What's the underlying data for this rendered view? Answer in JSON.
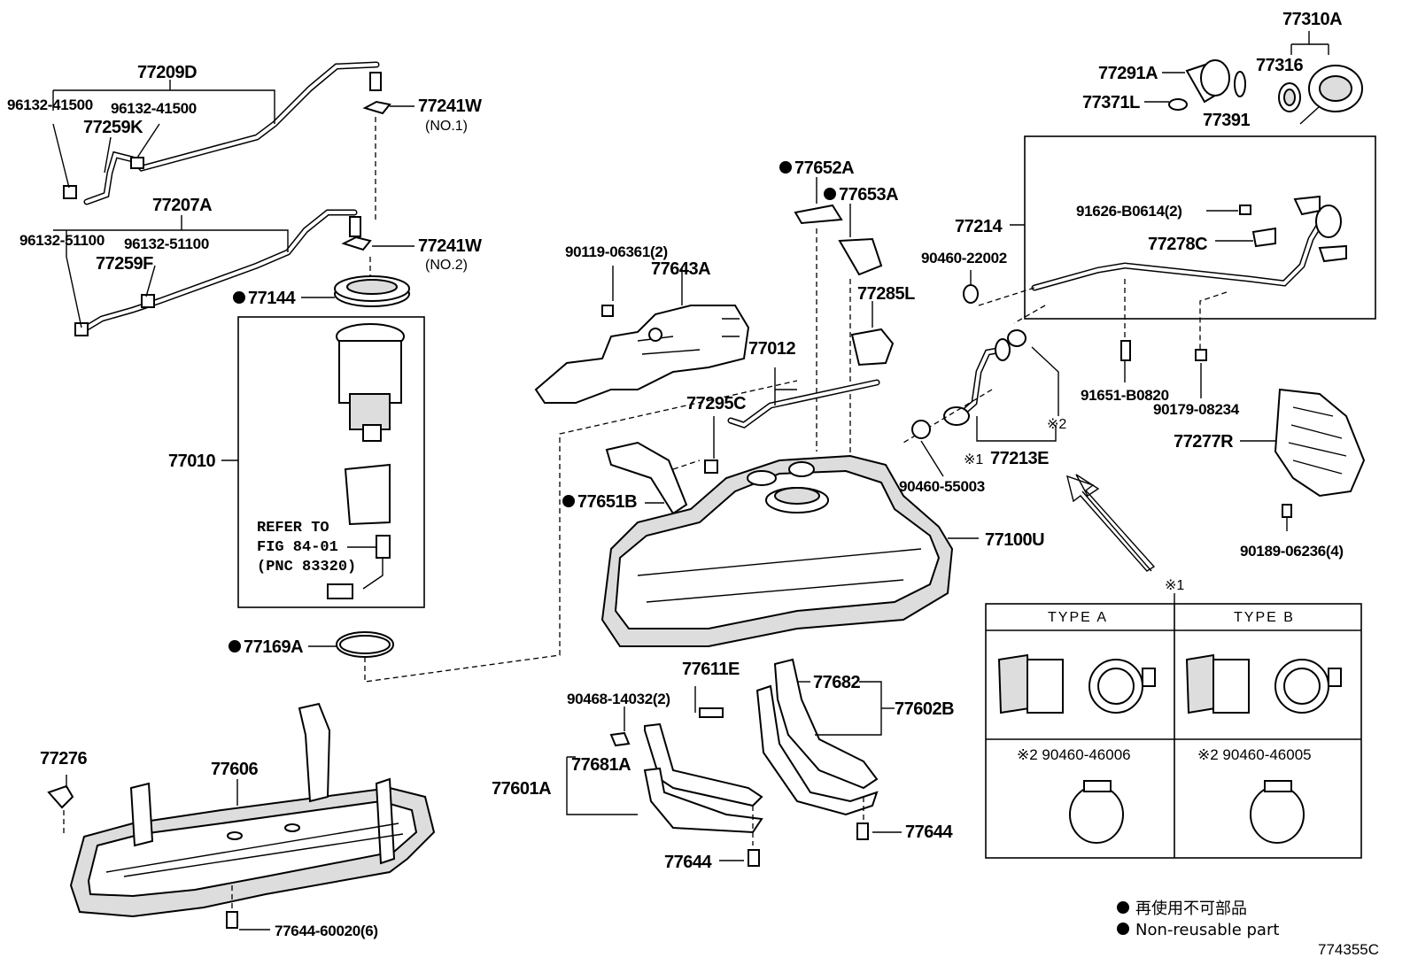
{
  "labels": {
    "p77310A": "77310A",
    "p77291A": "77291A",
    "p77316": "77316",
    "p77371L": "77371L",
    "p77391": "77391",
    "p77209D": "77209D",
    "p96132_41500a": "96132-41500",
    "p96132_41500b": "96132-41500",
    "p77259K": "77259K",
    "p77241W1": "77241W",
    "p77241W1_note": "(NO.1)",
    "p77207A": "77207A",
    "p96132_51100a": "96132-51100",
    "p96132_51100b": "96132-51100",
    "p77259F": "77259F",
    "p77241W2": "77241W",
    "p77241W2_note": "(NO.2)",
    "p77144": "77144",
    "p77652A": "77652A",
    "p77653A": "77653A",
    "p77214": "77214",
    "p91626": "91626-B0614(2)",
    "p77278C": "77278C",
    "p90460_22002": "90460-22002",
    "p90119": "90119-06361(2)",
    "p77643A": "77643A",
    "p77285L": "77285L",
    "p77012": "77012",
    "p77010": "77010",
    "p77295C": "77295C",
    "p91651": "91651-B0820",
    "p90179": "90179-08234",
    "p77277R": "77277R",
    "p77213E": "77213E",
    "p77213E_mark": "※1",
    "p_mark2": "※2",
    "p77651B": "77651B",
    "p90460_55003": "90460-55003",
    "p77100U": "77100U",
    "p90189": "90189-06236(4)",
    "refer_line1": "REFER TO",
    "refer_line2": "FIG 84-01",
    "refer_line3": "(PNC 83320)",
    "p77169A": "77169A",
    "p77611E": "77611E",
    "p77682": "77682",
    "p90468": "90468-14032(2)",
    "p77602B": "77602B",
    "p77276": "77276",
    "p77606": "77606",
    "p77681A": "77681A",
    "p77601A": "77601A",
    "p77644a": "77644",
    "p77644b": "77644",
    "p77644_60020": "77644-60020(6)",
    "table_mark": "※1",
    "type_a": "TYPE  A",
    "type_b": "TYPE  B",
    "clamp_a": "※2 90460-46006",
    "clamp_b": "※2 90460-46005",
    "legend_jp": "再使用不可部品",
    "legend_en": "Non-reusable part",
    "diagram_code": "774355C"
  }
}
